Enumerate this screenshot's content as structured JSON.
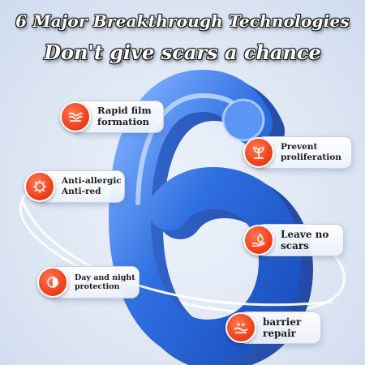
{
  "headline": {
    "line1": "6 Major Breakthrough Technologies",
    "line2": "Don't give scars a chance"
  },
  "hero": {
    "glyph": "6",
    "icon": "large-blue-number-six"
  },
  "colors": {
    "accent_red": "#f0421c",
    "number_blue": "#2f6fe0",
    "background": "#dfe7f4"
  },
  "badges": [
    {
      "line1": "Rapid film",
      "line2": "formation",
      "icon": "film-wave-icon"
    },
    {
      "line1": "Prevent",
      "line2": "proliferation",
      "icon": "sprout-icon"
    },
    {
      "line1": "Anti-allergic",
      "line2": "Anti-red",
      "icon": "cell-icon"
    },
    {
      "line1": "Leave no",
      "line2": "scars",
      "icon": "hand-drop-icon"
    },
    {
      "line1": "Day and night",
      "line2": "protection",
      "icon": "day-night-icon"
    },
    {
      "line1": "barrier",
      "line2": "repair",
      "icon": "skin-layer-icon"
    }
  ]
}
